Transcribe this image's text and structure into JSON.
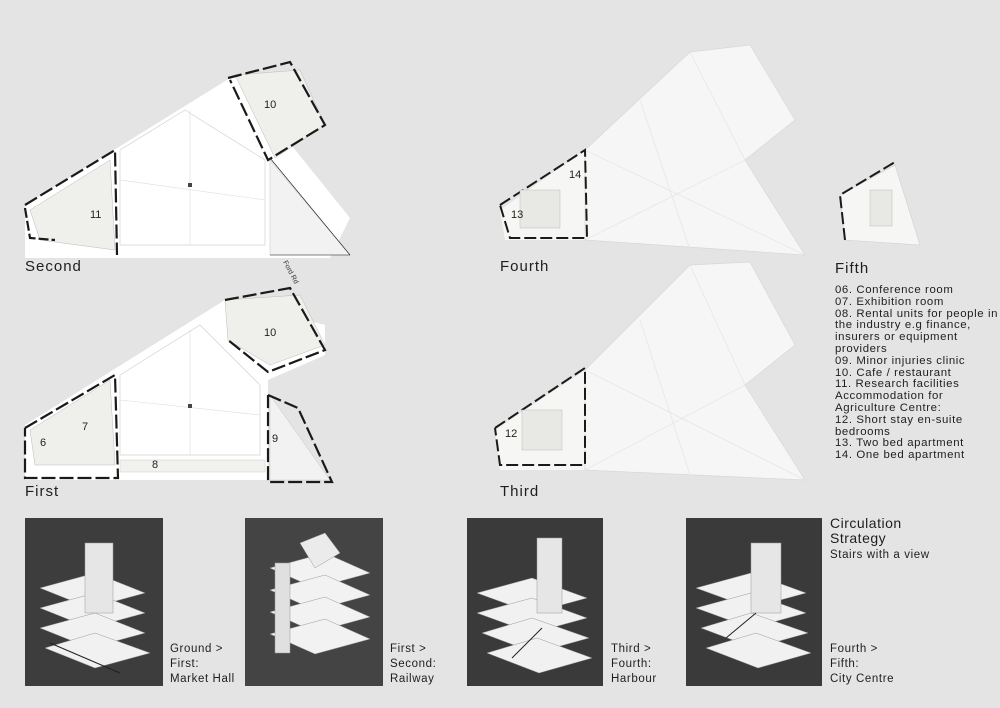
{
  "floors": {
    "second": "Second",
    "first": "First",
    "fourth": "Fourth",
    "third": "Third",
    "fifth": "Fifth"
  },
  "rooms": {
    "r10a": "10",
    "r11": "11",
    "r10b": "10",
    "r6": "6",
    "r7": "7",
    "r8": "8",
    "r9": "9",
    "r14": "14",
    "r13": "13",
    "r12": "12"
  },
  "road_label": "Ford Rd",
  "legend": [
    "06. Conference room",
    "07. Exhibition room",
    "08. Rental units for people in      the industry e.g finance, insurers or equipment providers",
    "09. Minor injuries clinic",
    "10. Cafe / restaurant",
    "11. Research facilities",
    "Accommodation for Agriculture Centre:",
    "12. Short stay en-suite bedrooms",
    "13. Two bed apartment",
    "14. One bed apartment"
  ],
  "circulation": {
    "title_line1": "Circulation",
    "title_line2": "Strategy",
    "subtitle": "Stairs with a view"
  },
  "captions": [
    {
      "line1": "Ground >",
      "line2": "First:",
      "line3": "Market Hall"
    },
    {
      "line1": "First >",
      "line2": "Second:",
      "line3": "Railway"
    },
    {
      "line1": "Third >",
      "line2": "Fourth:",
      "line3": "Harbour"
    },
    {
      "line1": "Fourth >",
      "line2": "Fifth:",
      "line3": "City Centre"
    }
  ],
  "colors": {
    "background": "#e4e4e4",
    "plan_fill": "#ffffff",
    "wall": "#1a1a1a",
    "photo_bg": "#3b3b3b"
  }
}
